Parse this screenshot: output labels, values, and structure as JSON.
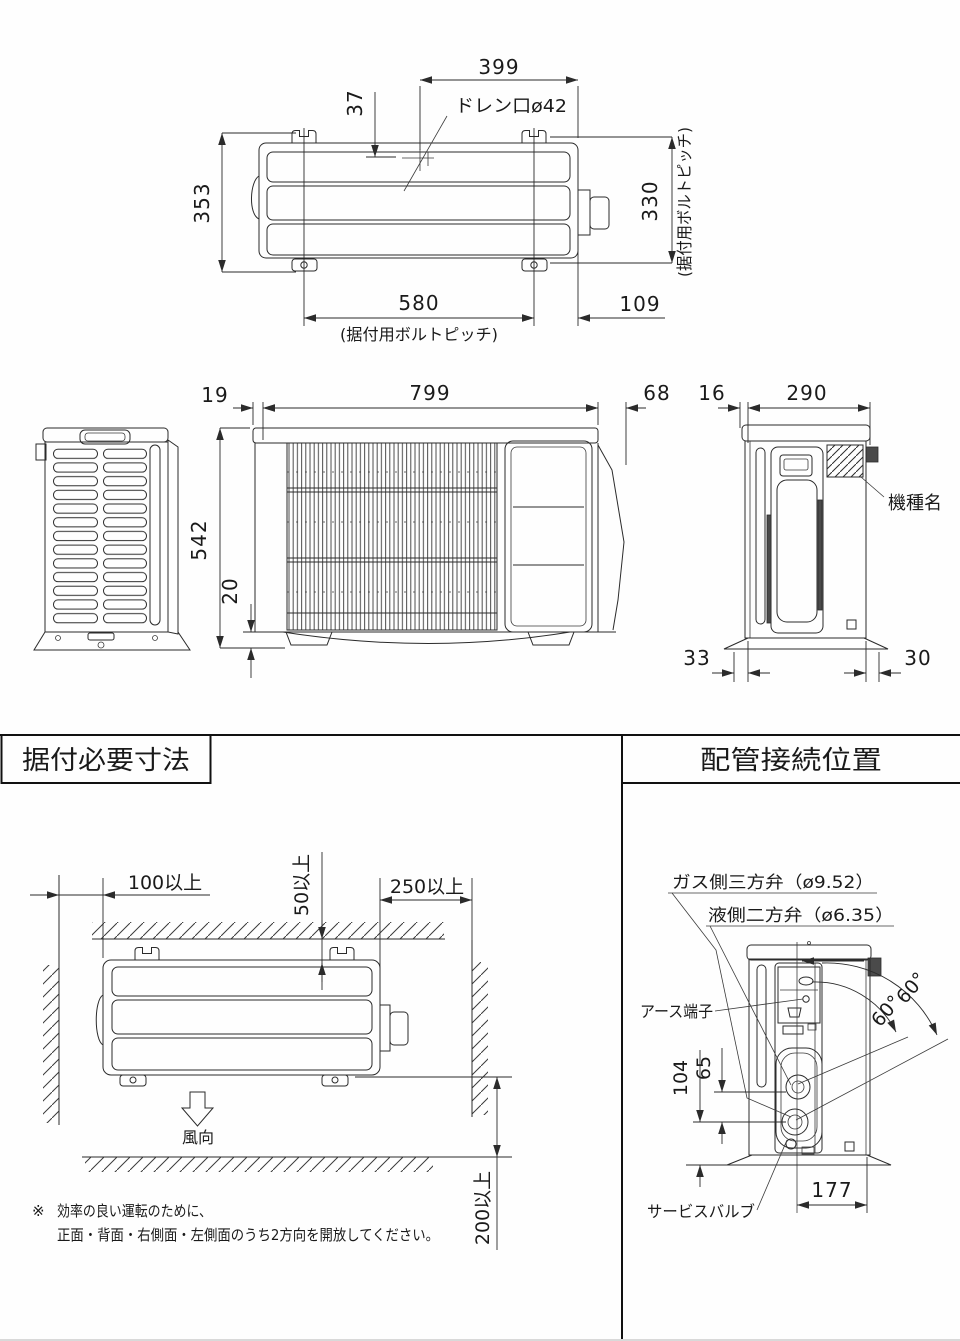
{
  "page": {
    "background": "#ffffff",
    "line_color": "#2b2b2b"
  },
  "top_view": {
    "dim_width_top": "399",
    "dim_drain_offset": "37",
    "drain_label": "ドレン口ø42",
    "dim_depth": "353",
    "dim_bolt_pitch_depth": "330",
    "bolt_pitch_note_right": "(据付用ボルトピッチ)",
    "dim_bolt_pitch_width": "580",
    "bolt_pitch_note_bottom": "(据付用ボルトピッチ)",
    "dim_right_offset": "109"
  },
  "front_view": {
    "dim_left_offset": "19",
    "dim_width": "799",
    "dim_right_offset": "68",
    "dim_height": "542",
    "dim_base_height": "20"
  },
  "side_view": {
    "dim_front_offset": "16",
    "dim_depth": "290",
    "model_name_label": "機種名",
    "dim_foot_left": "33",
    "dim_foot_right": "30"
  },
  "install_section": {
    "title": "据付必要寸法",
    "clearance_left": "100以上",
    "clearance_top": "50以上",
    "clearance_right": "250以上",
    "clearance_bottom": "200以上",
    "wind_direction_label": "風向",
    "note_mark": "※",
    "note_line1": "効率の良い運転のために、",
    "note_line2": "正面・背面・右側面・左側面のうち2方向を開放してください。"
  },
  "piping_section": {
    "title": "配管接続位置",
    "gas_valve_label": "ガス側三方弁（ø9.52）",
    "liquid_valve_label": "液側二方弁（ø6.35）",
    "earth_terminal_label": "アース端子",
    "service_valve_label": "サービスバルブ",
    "swing_angle_outer": "60°",
    "swing_angle_inner": "60°",
    "dim_valve_height": "104",
    "dim_valve_spacing": "65",
    "dim_service_offset": "177"
  }
}
